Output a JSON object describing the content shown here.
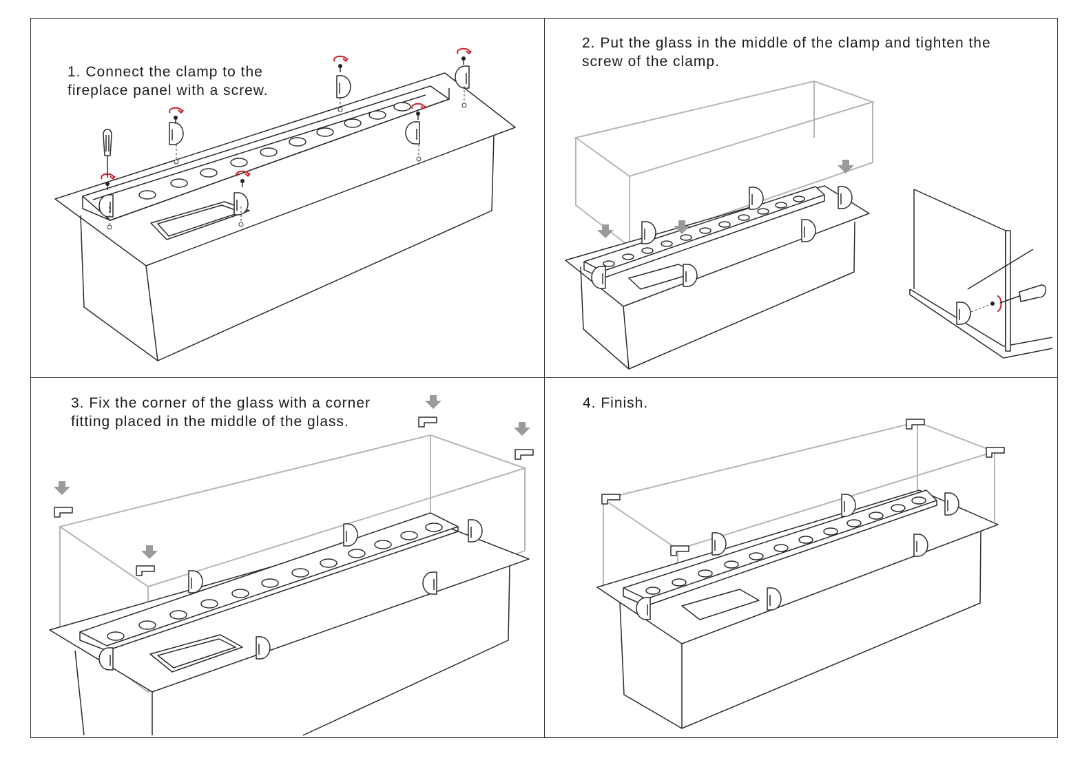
{
  "steps": [
    {
      "id": 1,
      "lines": [
        "1. Connect the clamp to the",
        "fireplace panel with a screw."
      ]
    },
    {
      "id": 2,
      "lines": [
        "2. Put the glass in the middle of the clamp and tighten the",
        "screw of the clamp."
      ]
    },
    {
      "id": 3,
      "lines": [
        "3. Fix the corner of the glass with a corner",
        "fitting placed in the middle of the glass."
      ]
    },
    {
      "id": 4,
      "lines": [
        "4. Finish."
      ]
    }
  ],
  "colors": {
    "line": "#2a2a2a",
    "glass": "#b5b5b5",
    "rotation_arrow": "#d0202a",
    "direction_arrow": "#9a9a9a",
    "border": "#333333"
  },
  "icons": [
    "screwdriver-icon",
    "rotate-arrow-icon",
    "down-arrow-icon",
    "clamp-icon",
    "corner-fitting-icon"
  ]
}
